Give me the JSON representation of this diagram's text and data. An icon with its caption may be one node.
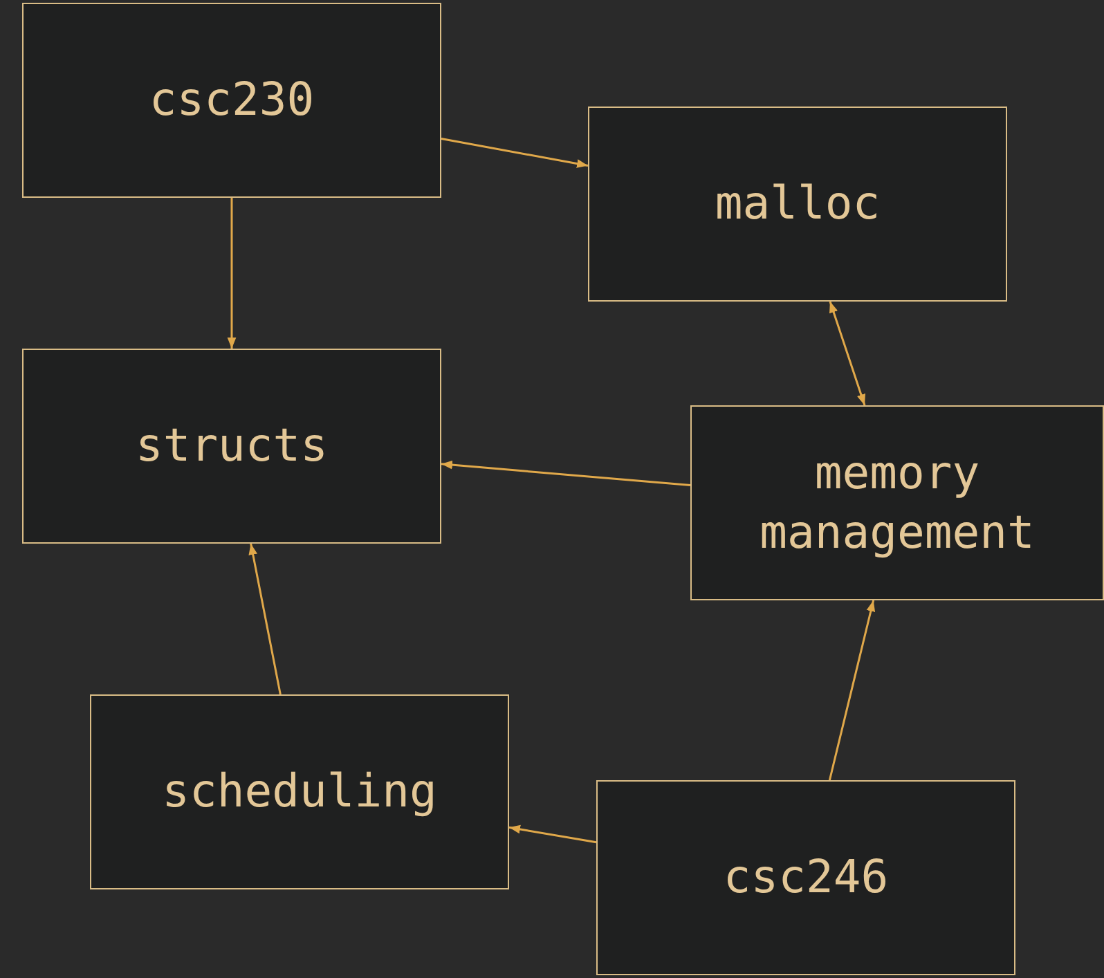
{
  "diagram": {
    "nodes": [
      {
        "text": [
          "csc230"
        ]
      },
      {
        "text": [
          "malloc"
        ]
      },
      {
        "text": [
          "structs"
        ]
      },
      {
        "text": [
          "memory management"
        ]
      },
      {
        "text": [
          "scheduling"
        ]
      },
      {
        "text": [
          "csc246"
        ]
      }
    ],
    "edges": [
      {
        "from": 0,
        "to": 1,
        "arrow": "to"
      },
      {
        "from": 0,
        "to": 2,
        "arrow": "to"
      },
      {
        "from": 1,
        "to": 3,
        "arrow": "both"
      },
      {
        "from": 3,
        "to": 2,
        "arrow": "to"
      },
      {
        "from": 4,
        "to": 2,
        "arrow": "to"
      },
      {
        "from": 5,
        "to": 4,
        "arrow": "to"
      },
      {
        "from": 5,
        "to": 3,
        "arrow": "to"
      }
    ]
  }
}
